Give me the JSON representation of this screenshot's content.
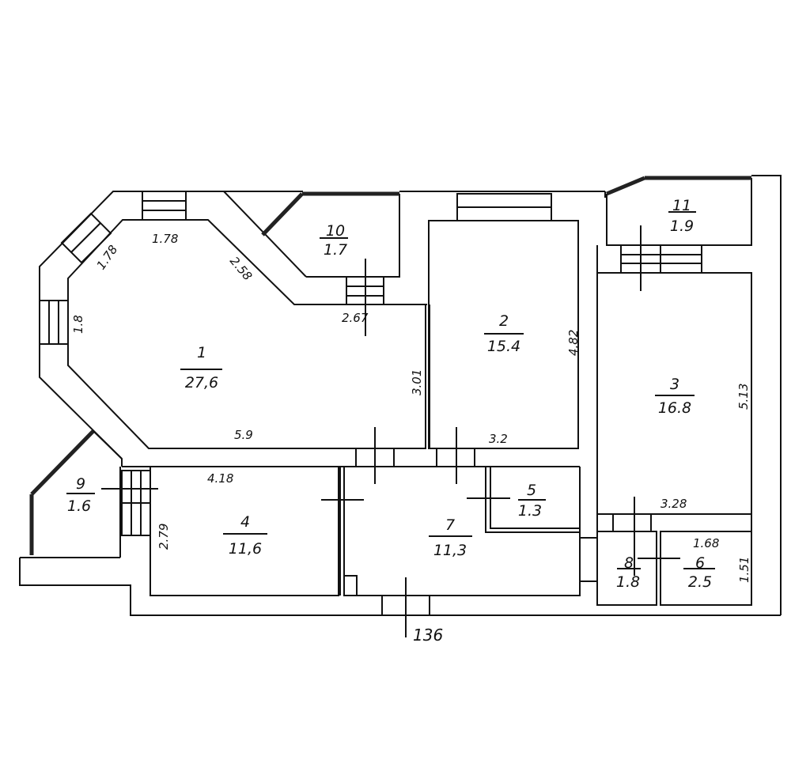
{
  "rooms": [
    {
      "number": "1",
      "area": "27,6"
    },
    {
      "number": "2",
      "area": "15.4"
    },
    {
      "number": "3",
      "area": "16.8"
    },
    {
      "number": "4",
      "area": "11,6"
    },
    {
      "number": "5",
      "area": "1.3"
    },
    {
      "number": "6",
      "area": "2.5"
    },
    {
      "number": "7",
      "area": "11,3"
    },
    {
      "number": "8",
      "area": "1.8"
    },
    {
      "number": "9",
      "area": "1.6"
    },
    {
      "number": "10",
      "area": "1.7"
    },
    {
      "number": "11",
      "area": "1.9"
    }
  ],
  "dimensions": {
    "r1_top": "1.78",
    "r1_diag_left": "1.78",
    "r1_diag_right": "2.58",
    "r1_left": "1.8",
    "r1_step": "2.67",
    "r1_right": "3.01",
    "r1_bottom": "5.9",
    "r2_right": "4.82",
    "r2_bottom": "3.2",
    "r3_right": "5.13",
    "r3_bottom": "3.28",
    "r4_top": "4.18",
    "r4_left": "2.79",
    "r6_top": "1.68",
    "r6_right": "1.51",
    "entrance": "136"
  }
}
